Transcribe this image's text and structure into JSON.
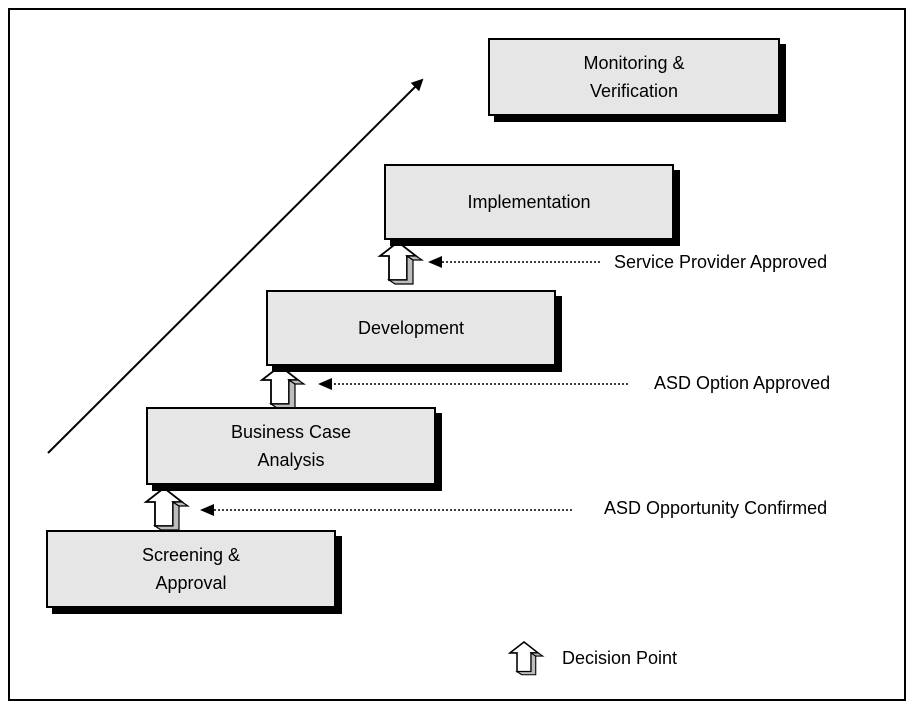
{
  "stages": {
    "screening": "Screening &\nApproval",
    "business_case": "Business Case\nAnalysis",
    "development": "Development",
    "implementation": "Implementation",
    "monitoring": "Monitoring &\nVerification"
  },
  "decision_labels": {
    "service_provider": "Service Provider Approved",
    "asd_option": "ASD Option Approved",
    "asd_opportunity": "ASD Opportunity Confirmed"
  },
  "legend": {
    "label": "Decision Point",
    "icon": "decision-point-arrow-icon"
  },
  "colors": {
    "box_fill": "#e6e6e6",
    "outline": "#000000"
  }
}
